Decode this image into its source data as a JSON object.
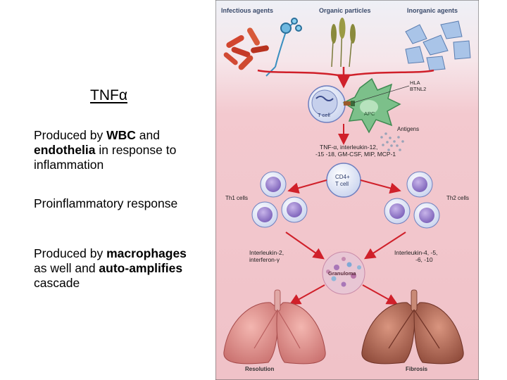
{
  "slide": {
    "title": "TNFα",
    "bullets": [
      {
        "parts": [
          {
            "text": "Produced by ",
            "bold": false
          },
          {
            "text": "WBC",
            "bold": true
          },
          {
            "text": " and ",
            "bold": false
          },
          {
            "text": "endothelia",
            "bold": true
          },
          {
            "text": " in response to inflammation",
            "bold": false
          }
        ]
      },
      {
        "parts": [
          {
            "text": "Proinflammatory response",
            "bold": false
          }
        ]
      },
      {
        "parts": [
          {
            "text": "Produced by ",
            "bold": false
          },
          {
            "text": "macrophages",
            "bold": true
          },
          {
            "text": " as well and ",
            "bold": false
          },
          {
            "text": "auto-amplifies",
            "bold": true
          },
          {
            "text": " cascade",
            "bold": false
          }
        ]
      }
    ]
  },
  "figure": {
    "top_labels": [
      "Infectious agents",
      "Organic particles",
      "Inorganic agents"
    ],
    "hla_label": "HLA",
    "btnl2_label": "BTNL2",
    "t_cell_label": "T cell",
    "apc_label": "APC",
    "antigens_label": "Antigens",
    "cytokines_line1": "TNF-α, interleukin-12,",
    "cytokines_line2": "-15 -18, GM-CSF, MIP, MCP-1",
    "cd4_line1": "CD4+",
    "cd4_line2": "T cell",
    "th1_label": "Th1 cells",
    "th2_label": "Th2 cells",
    "th1_cytokines_line1": "Interleukin-2,",
    "th1_cytokines_line2": "interferon-γ",
    "th2_cytokines_line1": "Interleukin-4, -5,",
    "th2_cytokines_line2": "-6, -10",
    "granuloma_label": "Granuloma",
    "resolution_label": "Resolution",
    "fibrosis_label": "Fibrosis",
    "colors": {
      "background": "#f3c9cf",
      "arrow_red": "#d0202a",
      "pointer_green": "#8bc34a",
      "cell_purple": "#8e7cc3",
      "apc_green": "#7cc08a",
      "lung_pink": "#d98a8a",
      "lung_brown": "#a85a4a"
    }
  }
}
